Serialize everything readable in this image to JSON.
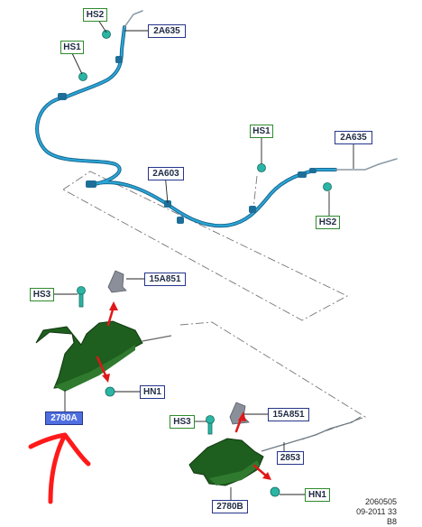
{
  "labels": {
    "hs2_top": "HS2",
    "hs1_top": "HS1",
    "a2a635_top": "2A635",
    "a2a603": "2A603",
    "hs1_right": "HS1",
    "a2a635_right": "2A635",
    "hs2_right": "HS2",
    "hs3_left": "HS3",
    "a15a851_left": "15A851",
    "hn1_left": "HN1",
    "a2780a": "2780A",
    "hs3_right": "HS3",
    "a15a851_right": "15A851",
    "a2853": "2853",
    "hn1_right": "HN1",
    "a2780b": "2780B"
  },
  "footer": {
    "line1": "2060505",
    "line2": "09-2011 33",
    "line3": "B8"
  },
  "colors": {
    "cable": "#1f8fbf",
    "cable_dark": "#15628a",
    "lever": "#1e5e1e",
    "clip": "#2bb5a5",
    "bracket": "#7a7f8a",
    "arrow": "#e01818",
    "green_frame": "#2e8b2e",
    "blue_frame": "#26358a",
    "highlight": "#4f6fe0"
  }
}
